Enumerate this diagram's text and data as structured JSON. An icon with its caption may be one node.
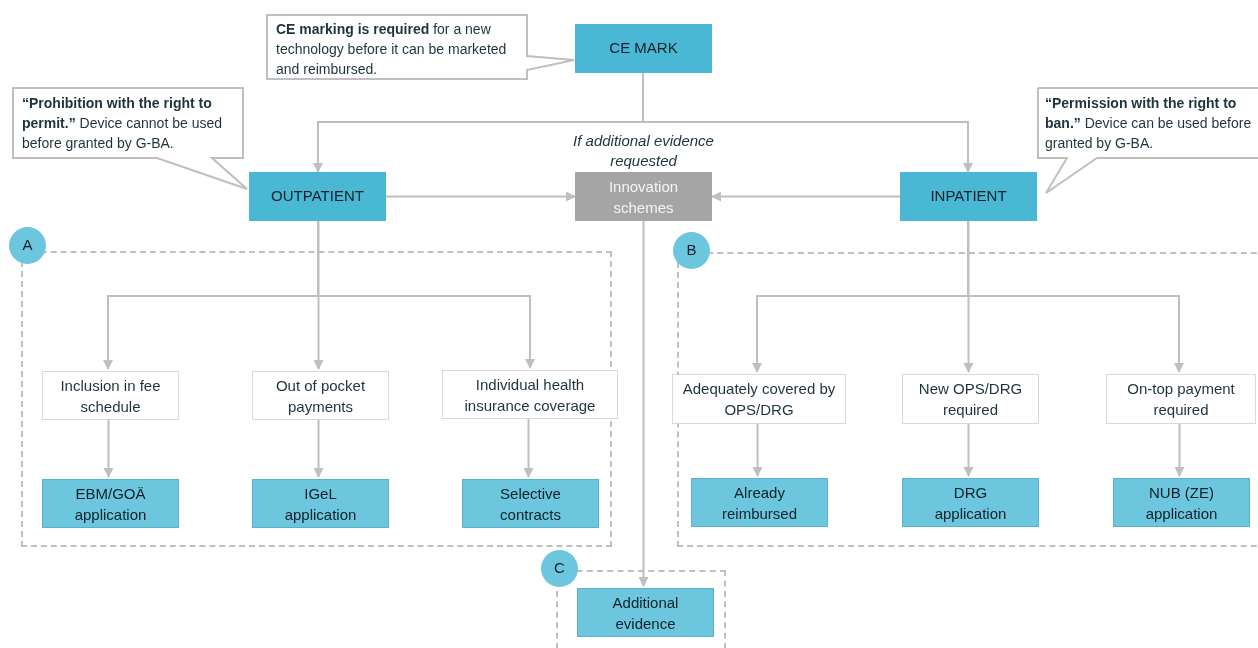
{
  "diagram": {
    "nodes": [
      {
        "text": [
          "**CE marking is required** for a new technology before it can be marketed and reimbursed."
        ]
      },
      {
        "text": [
          "CE MARK"
        ]
      },
      {
        "text": [
          "**“Prohibition with the right to permit.”** Device cannot be used before granted by G-BA."
        ]
      },
      {
        "text": [
          "OUTPATIENT"
        ]
      },
      {
        "text": [
          "Innovation schemes"
        ],
        "beside": [
          "If additional evidence requested"
        ]
      },
      {
        "text": [
          "**“Permission with the right to ban.”** Device can be used before granted by G-BA."
        ]
      },
      {
        "text": [
          "INPATIENT"
        ]
      },
      {
        "text": [
          "A"
        ]
      },
      {
        "text": [],
        "shape": "box"
      },
      {
        "text": [
          "Inclusion in fee schedule"
        ],
        "in": 8
      },
      {
        "text": [
          "Out of pocket payments"
        ],
        "in": 8
      },
      {
        "text": [
          "Individual health insurance coverage"
        ],
        "in": 8
      },
      {
        "text": [
          "EBM/GOÄ application"
        ],
        "in": 8
      },
      {
        "text": [
          "IGeL application"
        ],
        "in": 8
      },
      {
        "text": [
          "Selective contracts"
        ],
        "in": 8
      },
      {
        "text": [
          "B"
        ]
      },
      {
        "text": [],
        "shape": "box"
      },
      {
        "text": [
          "Adequately covered by OPS/DRG"
        ],
        "in": 16
      },
      {
        "text": [
          "New OPS/DRG required"
        ],
        "in": 16
      },
      {
        "text": [
          "On-top payment required"
        ],
        "in": 16
      },
      {
        "text": [
          "Already reimbursed"
        ],
        "in": 16
      },
      {
        "text": [
          "DRG application"
        ],
        "in": 16
      },
      {
        "text": [
          "NUB (ZE) application"
        ],
        "in": 16
      },
      {
        "text": [
          "C"
        ]
      },
      {
        "text": [],
        "shape": "box"
      },
      {
        "text": [
          "Additional evidence"
        ],
        "in": 24
      }
    ],
    "edges": [
      {
        "from": 1,
        "to": 3,
        "arrow": "to"
      },
      {
        "from": 1,
        "to": 6,
        "arrow": "to"
      },
      {
        "from": 3,
        "to": 4,
        "arrow": "to"
      },
      {
        "from": 6,
        "to": 4,
        "arrow": "to"
      },
      {
        "from": 4,
        "to": 25,
        "arrow": "to"
      },
      {
        "from": 3,
        "to": 9,
        "arrow": "to"
      },
      {
        "from": 3,
        "to": 10,
        "arrow": "to"
      },
      {
        "from": 3,
        "to": 11,
        "arrow": "to"
      },
      {
        "from": 9,
        "to": 12,
        "arrow": "to"
      },
      {
        "from": 10,
        "to": 13,
        "arrow": "to"
      },
      {
        "from": 11,
        "to": 14,
        "arrow": "to"
      },
      {
        "from": 6,
        "to": 17,
        "arrow": "to"
      },
      {
        "from": 6,
        "to": 18,
        "arrow": "to"
      },
      {
        "from": 6,
        "to": 19,
        "arrow": "to"
      },
      {
        "from": 17,
        "to": 20,
        "arrow": "to"
      },
      {
        "from": 18,
        "to": 21,
        "arrow": "to"
      },
      {
        "from": 19,
        "to": 22,
        "arrow": "to"
      }
    ]
  }
}
